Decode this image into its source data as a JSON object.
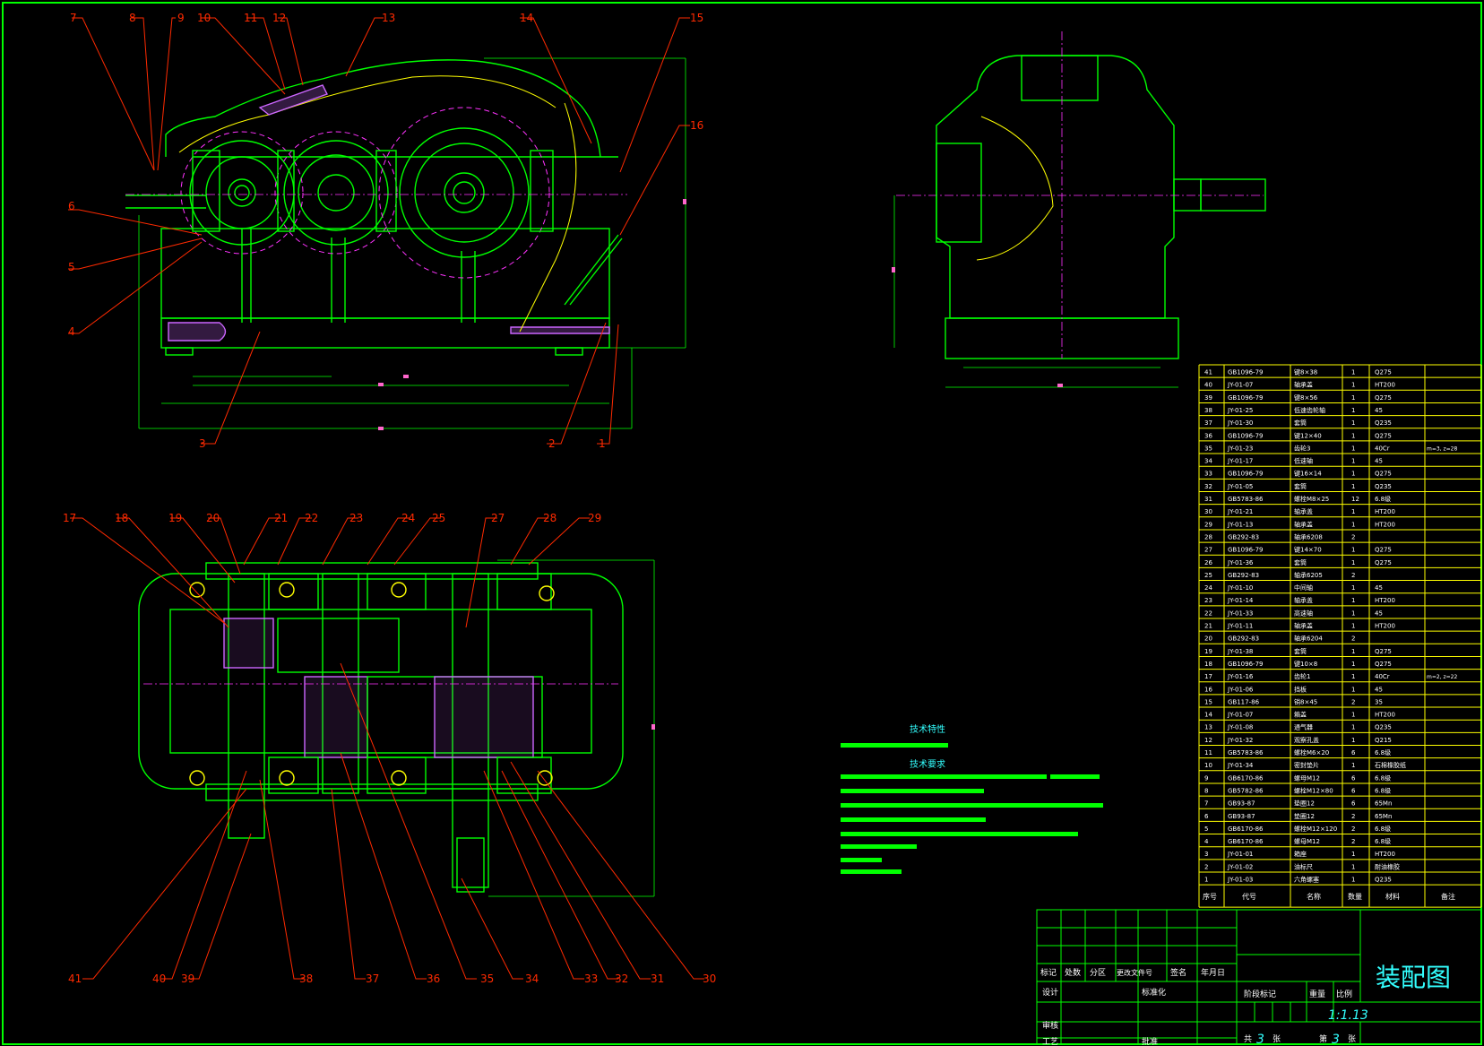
{
  "drawing": {
    "title": "装配图",
    "scale": "1:1.13",
    "sheets_total": "3",
    "sheet_no": "3"
  },
  "colors": {
    "background": "#000000",
    "outline": "#00ff00",
    "leader": "#ff2a00",
    "circle": "#ff33ff",
    "annotation": "#33ffff",
    "label": "#ffffff",
    "dimension": "#ff66cc",
    "hatch": "#cc66ff",
    "accent": "#ffff00"
  },
  "callouts": {
    "top_row": [
      "7",
      "8",
      "9",
      "10",
      "11",
      "12",
      "13",
      "14",
      "15"
    ],
    "right_side": [
      "16"
    ],
    "left_side": [
      "6",
      "5",
      "4"
    ],
    "bottom_row": [
      "3",
      "2",
      "1"
    ],
    "plan_top": [
      "17",
      "18",
      "19",
      "20",
      "21",
      "22",
      "23",
      "24",
      "25",
      "27",
      "28",
      "29"
    ],
    "plan_bottom": [
      "41",
      "40",
      "39",
      "38",
      "37",
      "36",
      "35",
      "34",
      "33",
      "32",
      "31",
      "30"
    ]
  },
  "tech_notes": {
    "heading_1": "技术特性",
    "heading_2": "技术要求"
  },
  "parts_table": {
    "headers": [
      "序号",
      "代号",
      "名称",
      "数量",
      "材料",
      "备注"
    ],
    "rows": [
      [
        "41",
        "GB1096-79",
        "键8×38",
        "1",
        "Q275",
        ""
      ],
      [
        "40",
        "JY-01-07",
        "轴承盖",
        "1",
        "HT200",
        ""
      ],
      [
        "39",
        "GB1096-79",
        "键8×56",
        "1",
        "Q275",
        ""
      ],
      [
        "38",
        "JY-01-25",
        "低速齿轮轴",
        "1",
        "45",
        ""
      ],
      [
        "37",
        "JY-01-30",
        "套筒",
        "1",
        "Q235",
        ""
      ],
      [
        "36",
        "GB1096-79",
        "键12×40",
        "1",
        "Q275",
        ""
      ],
      [
        "35",
        "JY-01-23",
        "齿轮3",
        "1",
        "40Cr",
        "m=3, z=28"
      ],
      [
        "34",
        "JY-01-17",
        "低速轴",
        "1",
        "45",
        ""
      ],
      [
        "33",
        "GB1096-79",
        "键16×14",
        "1",
        "Q275",
        ""
      ],
      [
        "32",
        "JY-01-05",
        "套筒",
        "1",
        "Q235",
        ""
      ],
      [
        "31",
        "GB5783-86",
        "螺栓M8×25",
        "12",
        "6.8级",
        ""
      ],
      [
        "30",
        "JY-01-21",
        "轴承盖",
        "1",
        "HT200",
        ""
      ],
      [
        "29",
        "JY-01-13",
        "轴承盖",
        "1",
        "HT200",
        ""
      ],
      [
        "28",
        "GB292-83",
        "轴承6208",
        "2",
        "",
        ""
      ],
      [
        "27",
        "GB1096-79",
        "键14×70",
        "1",
        "Q275",
        ""
      ],
      [
        "26",
        "JY-01-36",
        "套筒",
        "1",
        "Q275",
        ""
      ],
      [
        "25",
        "GB292-83",
        "轴承6205",
        "2",
        "",
        ""
      ],
      [
        "24",
        "JY-01-10",
        "中间轴",
        "1",
        "45",
        ""
      ],
      [
        "23",
        "JY-01-14",
        "轴承盖",
        "1",
        "HT200",
        ""
      ],
      [
        "22",
        "JY-01-33",
        "高速轴",
        "1",
        "45",
        ""
      ],
      [
        "21",
        "JY-01-11",
        "轴承盖",
        "1",
        "HT200",
        ""
      ],
      [
        "20",
        "GB292-83",
        "轴承6204",
        "2",
        "",
        ""
      ],
      [
        "19",
        "JY-01-38",
        "套筒",
        "1",
        "Q275",
        ""
      ],
      [
        "18",
        "GB1096-79",
        "键10×8",
        "1",
        "Q275",
        ""
      ],
      [
        "17",
        "JY-01-16",
        "齿轮1",
        "1",
        "40Cr",
        "m=2, z=22"
      ],
      [
        "16",
        "JY-01-06",
        "挡板",
        "1",
        "45",
        ""
      ],
      [
        "15",
        "GB117-86",
        "销8×45",
        "2",
        "35",
        ""
      ],
      [
        "14",
        "JY-01-07",
        "箱盖",
        "1",
        "HT200",
        ""
      ],
      [
        "13",
        "JY-01-08",
        "通气器",
        "1",
        "Q235",
        ""
      ],
      [
        "12",
        "JY-01-32",
        "观察孔盖",
        "1",
        "Q215",
        ""
      ],
      [
        "11",
        "GB5783-86",
        "螺栓M6×20",
        "6",
        "6.8级",
        ""
      ],
      [
        "10",
        "JY-01-34",
        "密封垫片",
        "1",
        "石棉橡胶纸",
        ""
      ],
      [
        "9",
        "GB6170-86",
        "螺母M12",
        "6",
        "6.8级",
        ""
      ],
      [
        "8",
        "GB5782-86",
        "螺栓M12×80",
        "6",
        "6.8级",
        ""
      ],
      [
        "7",
        "GB93-87",
        "垫圈12",
        "6",
        "65Mn",
        ""
      ],
      [
        "6",
        "GB93-87",
        "垫圈12",
        "2",
        "65Mn",
        ""
      ],
      [
        "5",
        "GB6170-86",
        "螺栓M12×120",
        "2",
        "6.8级",
        ""
      ],
      [
        "4",
        "GB6170-86",
        "螺母M12",
        "2",
        "6.8级",
        ""
      ],
      [
        "3",
        "JY-01-01",
        "箱座",
        "1",
        "HT200",
        ""
      ],
      [
        "2",
        "JY-01-02",
        "油标尺",
        "1",
        "耐油橡胶",
        ""
      ],
      [
        "1",
        "JY-01-03",
        "六角螺塞",
        "1",
        "Q235",
        ""
      ]
    ]
  },
  "title_block": {
    "row1": [
      "标记",
      "处数",
      "分区",
      "更改文件号",
      "签名",
      "年月日"
    ],
    "design_label": "设计",
    "standard_label": "标准化",
    "review_label": "审核",
    "process_label": "工艺",
    "approve_label": "批准",
    "stage_label": "阶段标记",
    "weight_label": "重量",
    "scale_label": "比例",
    "total_prefix": "共",
    "sheet_prefix": "第",
    "sheet_unit": "张"
  }
}
